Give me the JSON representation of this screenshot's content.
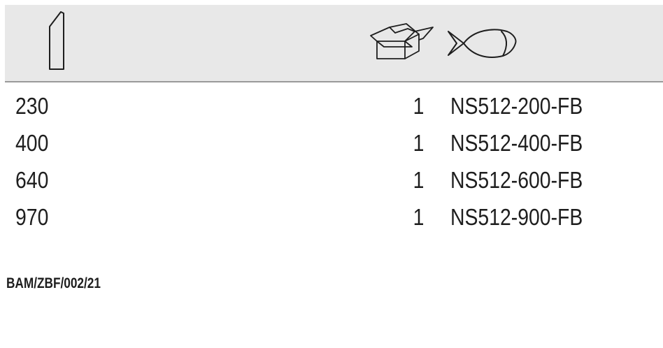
{
  "header": {
    "icons": [
      "blade-length-icon",
      "package-quantity-icon",
      "fish-icon"
    ]
  },
  "table": {
    "rows": [
      {
        "length": "230",
        "quantity": "1",
        "code": "NS512-200-FB"
      },
      {
        "length": "400",
        "quantity": "1",
        "code": "NS512-400-FB"
      },
      {
        "length": "640",
        "quantity": "1",
        "code": "NS512-600-FB"
      },
      {
        "length": "970",
        "quantity": "1",
        "code": "NS512-900-FB"
      }
    ]
  },
  "footer": {
    "reference": "BAM/ZBF/002/21"
  }
}
